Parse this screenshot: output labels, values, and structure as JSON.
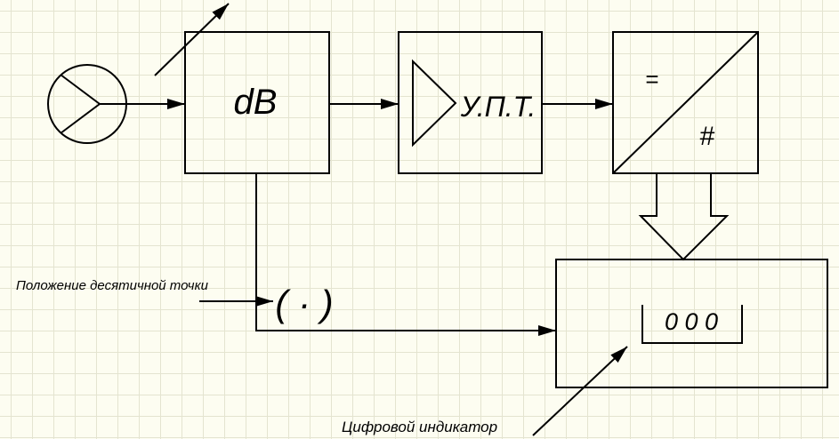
{
  "blocks": {
    "attenuator": {
      "label": "dB"
    },
    "amplifier": {
      "label": "У.П.Т."
    },
    "adc": {
      "analog_symbol": "=",
      "digital_symbol": "#"
    },
    "decimal_point": {
      "label": "( · )"
    },
    "display": {
      "readout": "0 0 0"
    }
  },
  "annotations": {
    "decimal_point_position": "Положение десятичной точки",
    "digital_indicator": "Цифровой индикатор"
  }
}
